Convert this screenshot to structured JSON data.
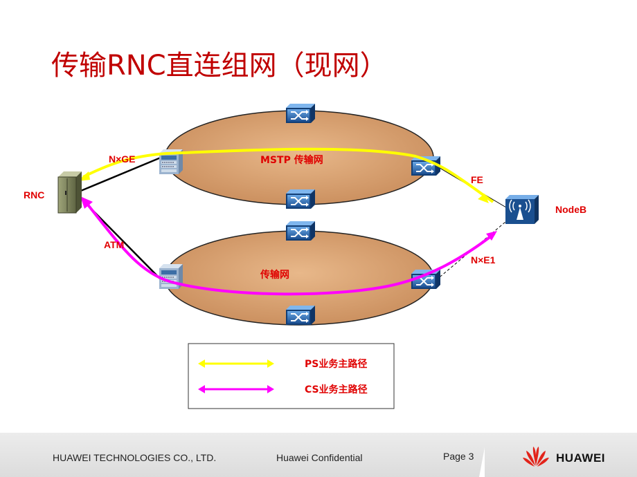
{
  "title": "传输RNC直连组网（现网）",
  "network": {
    "top_ring_label": "MSTP 传输网",
    "bottom_ring_label": "传输网"
  },
  "nodes": {
    "rnc": "RNC",
    "nodeb": "NodeB"
  },
  "links": {
    "nxge": "N×GE",
    "atm": "ATM",
    "fe": "FE",
    "nxe1": "N×E1"
  },
  "legend": {
    "ps_prefix": "PS业务",
    "ps_suffix": "主路径",
    "cs_prefix": "CS业务",
    "cs_suffix": "主路径"
  },
  "colors": {
    "title": "#c00000",
    "label": "#e00000",
    "ps_path": "#ffff00",
    "cs_path": "#ff00ff",
    "ring_fill": "#d9a374",
    "device": "#1f5fa8"
  },
  "icons": {
    "transport_switch": "crossed-arrows-switch-icon",
    "rnc": "cabinet-icon",
    "nodeb": "antenna-icon",
    "brand": "huawei-petal-logo"
  },
  "footer": {
    "company": "HUAWEI TECHNOLOGIES CO., LTD.",
    "confidential": "Huawei Confidential",
    "page": "Page 3",
    "brand": "HUAWEI"
  }
}
